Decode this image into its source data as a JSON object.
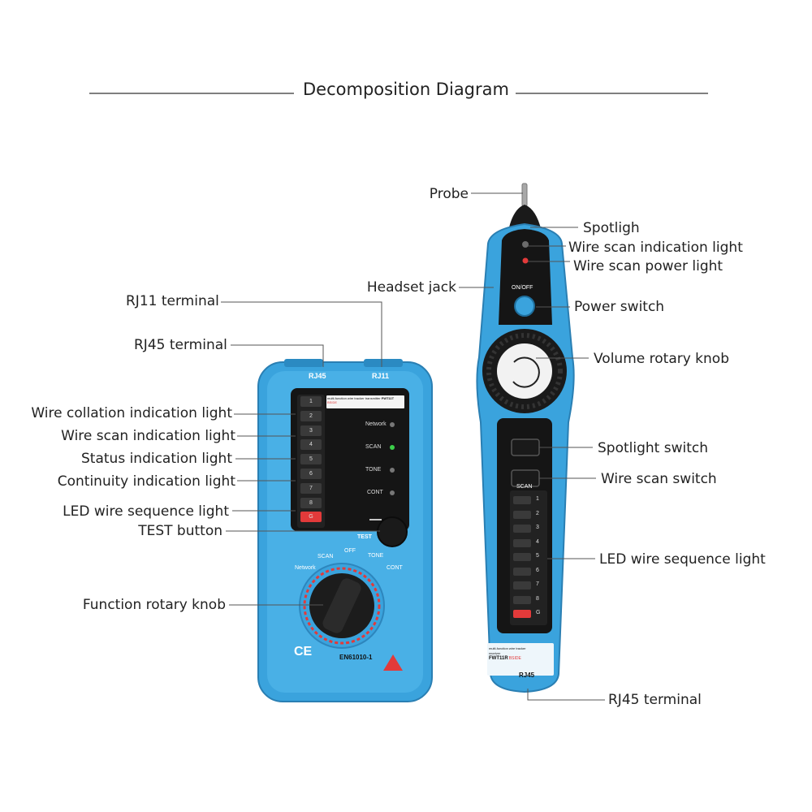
{
  "title": "Decomposition Diagram",
  "left_labels": {
    "rj11_terminal": "RJ11 terminal",
    "rj45_terminal": "RJ45 terminal",
    "wire_collation_light": "Wire collation indication light",
    "wire_scan_light": "Wire scan indication light",
    "status_light": "Status indication light",
    "continuity_light": "Continuity indication light",
    "led_sequence_light": "LED wire sequence light",
    "test_button": "TEST button",
    "function_knob": "Function rotary knob"
  },
  "right_labels": {
    "probe": "Probe",
    "spotlight": "Spotligh",
    "wire_scan_light": "Wire scan indication light",
    "wire_scan_power_light": "Wire scan power light",
    "headset_jack": "Headset jack",
    "power_switch": "Power switch",
    "volume_knob": "Volume rotary knob",
    "spotlight_switch": "Spotlight switch",
    "wire_scan_switch": "Wire scan switch",
    "led_sequence_light": "LED wire sequence light",
    "rj45_terminal": "RJ45 terminal"
  },
  "transmitter": {
    "port_rj45": "RJ45",
    "port_rj11": "RJ11",
    "panel_text_1": "multi-function",
    "panel_text_2": "wire tracker",
    "panel_text_3": "transmitter",
    "model": "FWT11T",
    "brand": "BSIDE",
    "leds": [
      "1",
      "2",
      "3",
      "4",
      "5",
      "6",
      "7",
      "8",
      "G"
    ],
    "indicators": [
      "Network",
      "SCAN",
      "TONE",
      "CONT"
    ],
    "test_label": "TEST",
    "dial_labels": [
      "Network",
      "SCAN",
      "OFF",
      "TONE",
      "CONT"
    ],
    "ce_mark": "CE",
    "standard": "EN61010-1"
  },
  "receiver": {
    "onoff_label": "ON/OFF",
    "scan_label": "SCAN",
    "leds": [
      "1",
      "2",
      "3",
      "4",
      "5",
      "6",
      "7",
      "8",
      "G"
    ],
    "panel_text_1": "multi-function wire tracker",
    "panel_text_2": "receiver",
    "model": "FWT11R",
    "brand": "BSIDE",
    "port_rj45": "RJ45"
  },
  "colors": {
    "body_blue": "#3aa3dd",
    "panel_black": "#151515",
    "accent_red": "#e23a3a",
    "led_green": "#3ccf4a",
    "text": "#222222"
  }
}
